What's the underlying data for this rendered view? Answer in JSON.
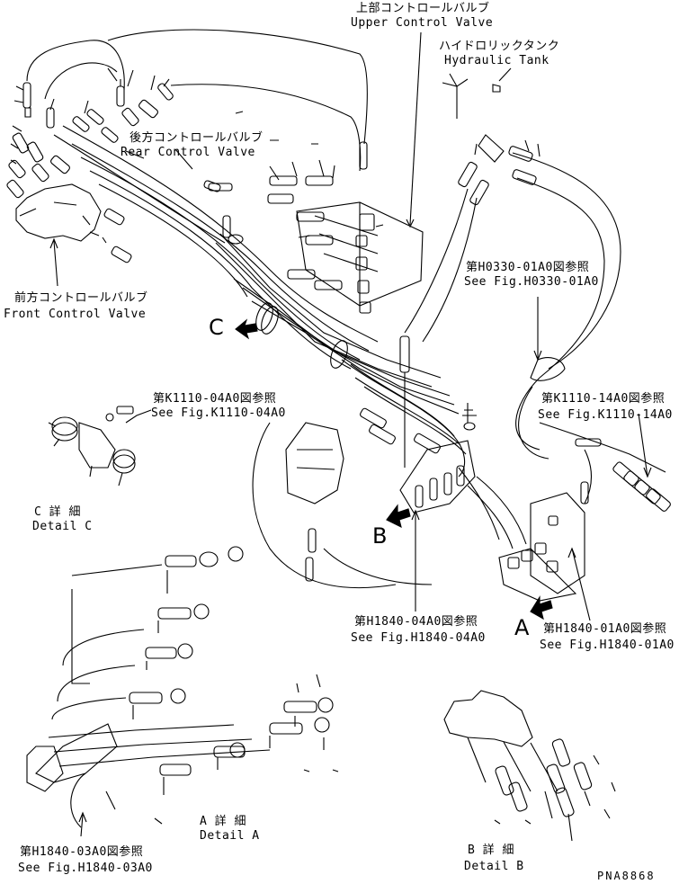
{
  "labels": {
    "upper_cv_jp": "上部コントロールバルブ",
    "upper_cv_en": "Upper Control Valve",
    "hyd_tank_jp": "ハイドロリックタンク",
    "hyd_tank_en": "Hydraulic Tank",
    "rear_cv_jp": "後方コントロールバルブ",
    "rear_cv_en": "Rear Control Valve",
    "front_cv_jp": "前方コントロールバルブ",
    "front_cv_en": "Front Control Valve",
    "ref_h0330_jp": "第H0330-01A0図参照",
    "ref_h0330_en": "See Fig.H0330-01A0",
    "ref_k1110_04_jp": "第K1110-04A0図参照",
    "ref_k1110_04_en": "See Fig.K1110-04A0",
    "ref_k1110_14_jp": "第K1110-14A0図参照",
    "ref_k1110_14_en": "See Fig.K1110-14A0",
    "ref_h1840_04_jp": "第H1840-04A0図参照",
    "ref_h1840_04_en": "See Fig.H1840-04A0",
    "ref_h1840_01_jp": "第H1840-01A0図参照",
    "ref_h1840_01_en": "See Fig.H1840-01A0",
    "ref_h1840_03_jp": "第H1840-03A0図参照",
    "ref_h1840_03_en": "See Fig.H1840-03A0",
    "detail_c_jp": "C 詳 細",
    "detail_c_en": "Detail C",
    "detail_a_jp": "A 詳 細",
    "detail_a_en": "Detail A",
    "detail_b_jp": "B 詳 細",
    "detail_b_en": "Detail B",
    "letter_a": "A",
    "letter_b": "B",
    "letter_c": "C",
    "part_no": "PNA8868"
  }
}
